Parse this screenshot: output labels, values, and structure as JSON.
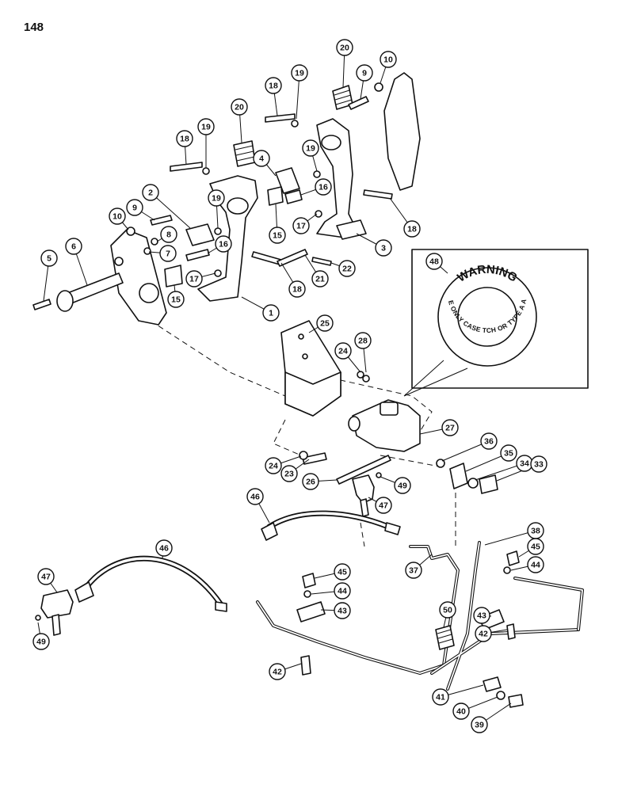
{
  "page_number": "148",
  "warning_decal": {
    "title": "WARNING",
    "subtitle": "USE ONLY CASE TCH OR TYPE A ATF"
  },
  "callouts": [
    {
      "id": "c20a",
      "label": "20"
    },
    {
      "id": "c19a",
      "label": "19"
    },
    {
      "id": "c18a",
      "label": "18"
    },
    {
      "id": "c9a",
      "label": "9"
    },
    {
      "id": "c10a",
      "label": "10"
    },
    {
      "id": "c20b",
      "label": "20"
    },
    {
      "id": "c18b",
      "label": "18"
    },
    {
      "id": "c19b",
      "label": "19"
    },
    {
      "id": "c19c",
      "label": "19"
    },
    {
      "id": "c4",
      "label": "4"
    },
    {
      "id": "c16a",
      "label": "16"
    },
    {
      "id": "c19d",
      "label": "19"
    },
    {
      "id": "c2",
      "label": "2"
    },
    {
      "id": "c9b",
      "label": "9"
    },
    {
      "id": "c15a",
      "label": "15"
    },
    {
      "id": "c17a",
      "label": "17"
    },
    {
      "id": "c18c",
      "label": "18"
    },
    {
      "id": "c10b",
      "label": "10"
    },
    {
      "id": "c8",
      "label": "8"
    },
    {
      "id": "c7",
      "label": "7"
    },
    {
      "id": "c16b",
      "label": "16"
    },
    {
      "id": "c3",
      "label": "3"
    },
    {
      "id": "c6",
      "label": "6"
    },
    {
      "id": "c5",
      "label": "5"
    },
    {
      "id": "c17b",
      "label": "17"
    },
    {
      "id": "c15b",
      "label": "15"
    },
    {
      "id": "c18d",
      "label": "18"
    },
    {
      "id": "c21",
      "label": "21"
    },
    {
      "id": "c22",
      "label": "22"
    },
    {
      "id": "c1",
      "label": "1"
    },
    {
      "id": "c48",
      "label": "48"
    },
    {
      "id": "c25",
      "label": "25"
    },
    {
      "id": "c24a",
      "label": "24"
    },
    {
      "id": "c28",
      "label": "28"
    },
    {
      "id": "c27",
      "label": "27"
    },
    {
      "id": "c36",
      "label": "36"
    },
    {
      "id": "c35",
      "label": "35"
    },
    {
      "id": "c34",
      "label": "34"
    },
    {
      "id": "c33",
      "label": "33"
    },
    {
      "id": "c24b",
      "label": "24"
    },
    {
      "id": "c23",
      "label": "23"
    },
    {
      "id": "c26",
      "label": "26"
    },
    {
      "id": "c49a",
      "label": "49"
    },
    {
      "id": "c46a",
      "label": "46"
    },
    {
      "id": "c47a",
      "label": "47"
    },
    {
      "id": "c38",
      "label": "38"
    },
    {
      "id": "c45a",
      "label": "45"
    },
    {
      "id": "c44a",
      "label": "44"
    },
    {
      "id": "c46b",
      "label": "46"
    },
    {
      "id": "c37",
      "label": "37"
    },
    {
      "id": "c45b",
      "label": "45"
    },
    {
      "id": "c44b",
      "label": "44"
    },
    {
      "id": "c43a",
      "label": "43"
    },
    {
      "id": "c47b",
      "label": "47"
    },
    {
      "id": "c43b",
      "label": "43"
    },
    {
      "id": "c42a",
      "label": "42"
    },
    {
      "id": "c50",
      "label": "50"
    },
    {
      "id": "c49b",
      "label": "49"
    },
    {
      "id": "c42b",
      "label": "42"
    },
    {
      "id": "c41",
      "label": "41"
    },
    {
      "id": "c40",
      "label": "40"
    },
    {
      "id": "c39",
      "label": "39"
    }
  ]
}
